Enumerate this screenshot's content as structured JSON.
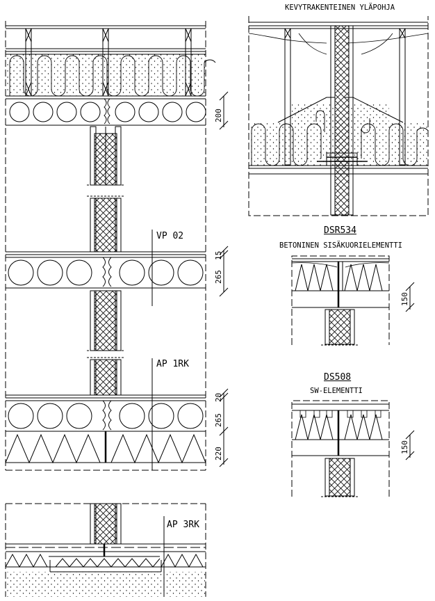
{
  "titles": {
    "light_roof": "KEVYTRAKENTEINEN YLÄPOHJA",
    "dsr534_code": "DSR534",
    "dsr534_desc": "BETONINEN SISÄKUORIELEMENTTI",
    "ds508_code": "DS508",
    "ds508_desc": "SW-ELEMENTTI"
  },
  "labels": {
    "vp02": "VP 02",
    "ap1rk": "AP 1RK",
    "ap3rk": "AP 3RK"
  },
  "dimensions": {
    "top_slab": "200",
    "vp_topping": "15",
    "vp_slab": "265",
    "ap_topping": "20",
    "ap_slab": "265",
    "ap_insulation": "220",
    "dsr534": "150",
    "ds508": "150"
  }
}
